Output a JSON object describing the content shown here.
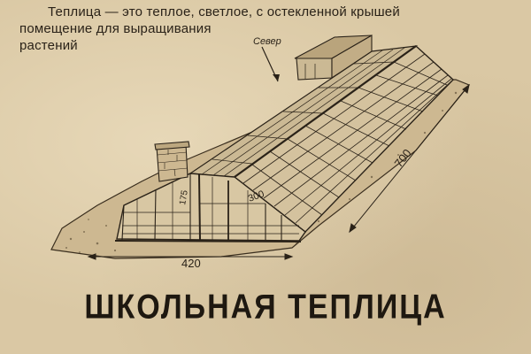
{
  "caption": {
    "line1": "Теплица — это теплое, светлое, с остекленной крышей",
    "line2": "помещение для выращивания",
    "line3": "растений"
  },
  "labels": {
    "north": "Север",
    "width": "420",
    "length": "700",
    "height": "175",
    "ridge": "300"
  },
  "title": "ШКОЛЬНАЯ ТЕПЛИЦА",
  "colors": {
    "paper": "#dac8a4",
    "ink": "#2a2218",
    "glass": "#cbb994"
  }
}
